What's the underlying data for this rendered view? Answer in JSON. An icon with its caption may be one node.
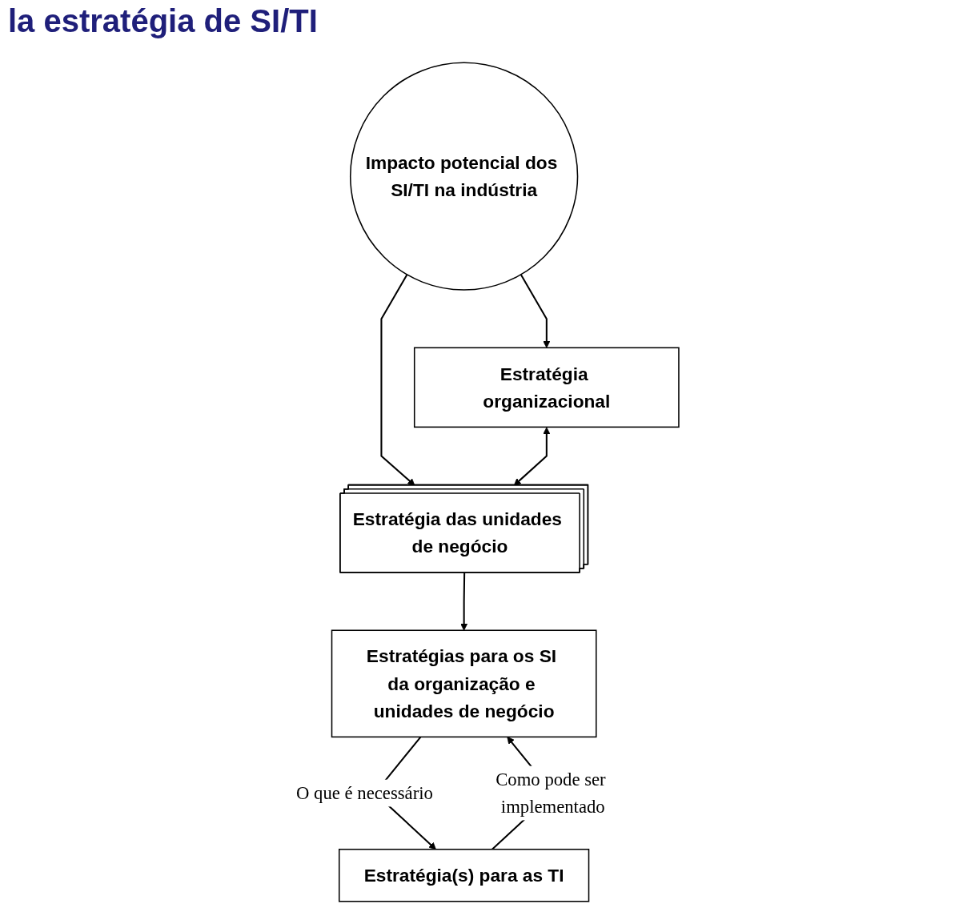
{
  "diagram": {
    "title": "la estratégia de SI/TI",
    "nodes": [
      {
        "text": [
          "Impacto potencial dos SI/TI na indústria"
        ]
      },
      {
        "text": [
          "Estratégia organizacional"
        ]
      },
      {
        "text": [
          "Estratégia das unidades de negócio"
        ]
      },
      {
        "text": [
          "Estratégias para os SI da organização e unidades de negócio"
        ]
      },
      {
        "text": [
          "Estratégia(s) para as TI"
        ]
      }
    ],
    "edges": [
      {
        "from": 0,
        "to": 1,
        "arrow": "to"
      },
      {
        "from": 0,
        "to": 2,
        "arrow": "to"
      },
      {
        "from": 1,
        "to": 2,
        "arrow": "both"
      },
      {
        "from": 2,
        "to": 3,
        "arrow": "to"
      },
      {
        "from": 4,
        "to": 3,
        "arrow": "to",
        "label": "Como pode ser implementado"
      },
      {
        "from": 3,
        "to": 4,
        "arrow": "to",
        "label": "O que é necessário"
      }
    ]
  }
}
